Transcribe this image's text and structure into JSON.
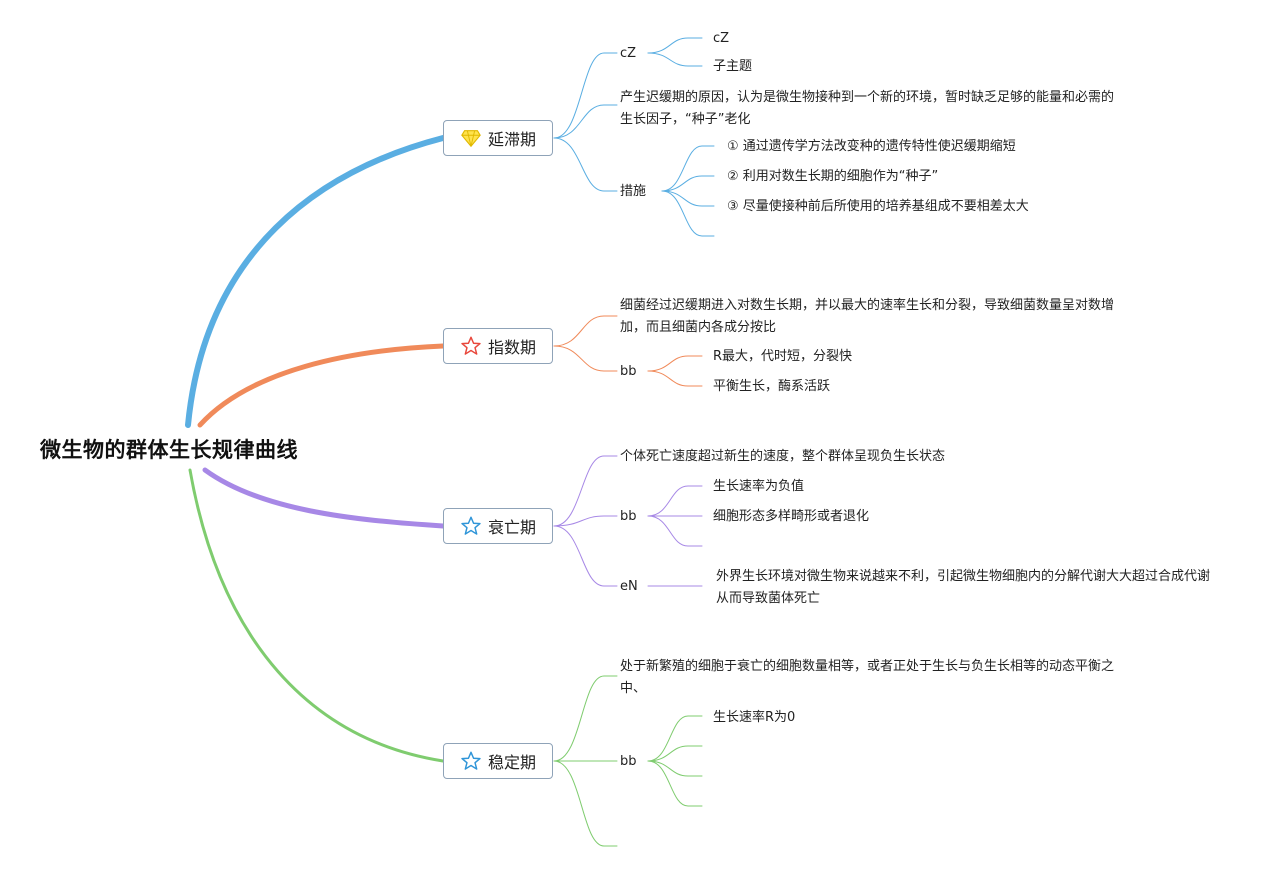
{
  "root": {
    "label": "微生物的群体生长规律曲线"
  },
  "colors": {
    "lag": "#5aaee2",
    "exp": "#f08a5a",
    "death": "#a788e6",
    "stable": "#7fcc6f",
    "box_border": "#8fa3b8"
  },
  "branches": [
    {
      "label": "延滞期",
      "icon": "diamond-icon",
      "color": "#5aaee2",
      "children": {
        "cz": {
          "label": "cZ",
          "sub": [
            "cZ",
            "子主题"
          ]
        },
        "cause": "产生迟缓期的原因，认为是微生物接种到一个新的环境，暂时缺乏足够的能量和必需的生长因子，“种子”老化",
        "measures": {
          "label": "措施",
          "items": [
            "① 通过遗传学方法改变种的遗传特性使迟缓期缩短",
            "② 利用对数生长期的细胞作为“种子”",
            "③ 尽量使接种前后所使用的培养基组成不要相差太大"
          ]
        }
      }
    },
    {
      "label": "指数期",
      "icon": "star-icon",
      "color": "#f08a5a",
      "children": {
        "desc": "细菌经过迟缓期进入对数生长期，并以最大的速率生长和分裂，导致细菌数量呈对数增加，而且细菌内各成分按比",
        "bb": {
          "label": "bb",
          "items": [
            "R最大，代时短，分裂快",
            "平衡生长，酶系活跃"
          ]
        }
      }
    },
    {
      "label": "衰亡期",
      "icon": "star-outline-icon",
      "color": "#a788e6",
      "children": {
        "desc": "个体死亡速度超过新生的速度，整个群体呈现负生长状态",
        "bb": {
          "label": "bb",
          "items": [
            "生长速率为负值",
            "细胞形态多样畸形或者退化"
          ]
        },
        "en": {
          "label": "eN",
          "text": "外界生长环境对微生物来说越来不利，引起微生物细胞内的分解代谢大大超过合成代谢从而导致菌体死亡"
        }
      }
    },
    {
      "label": "稳定期",
      "icon": "star-outline-icon",
      "color": "#7fcc6f",
      "children": {
        "desc": "处于新繁殖的细胞于衰亡的细胞数量相等，或者正处于生长与负生长相等的动态平衡之中、",
        "bb": {
          "label": "bb",
          "items": [
            "生长速率R为0"
          ]
        }
      }
    }
  ]
}
